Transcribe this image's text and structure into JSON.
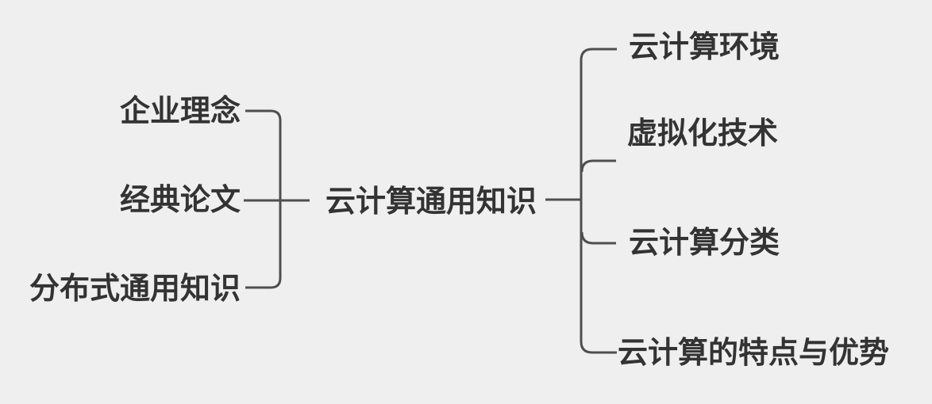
{
  "diagram": {
    "type": "mindmap",
    "root": {
      "label": "云计算通用知识"
    },
    "left_children": [
      {
        "label": "企业理念"
      },
      {
        "label": "经典论文"
      },
      {
        "label": "分布式通用知识"
      }
    ],
    "right_children": [
      {
        "label": "云计算环境"
      },
      {
        "label": "虚拟化技术"
      },
      {
        "label": "云计算分类"
      },
      {
        "label": "云计算的特点与优势"
      }
    ],
    "colors": {
      "background": "#f0efef",
      "text": "#333333",
      "line": "#4f4f4f"
    }
  }
}
